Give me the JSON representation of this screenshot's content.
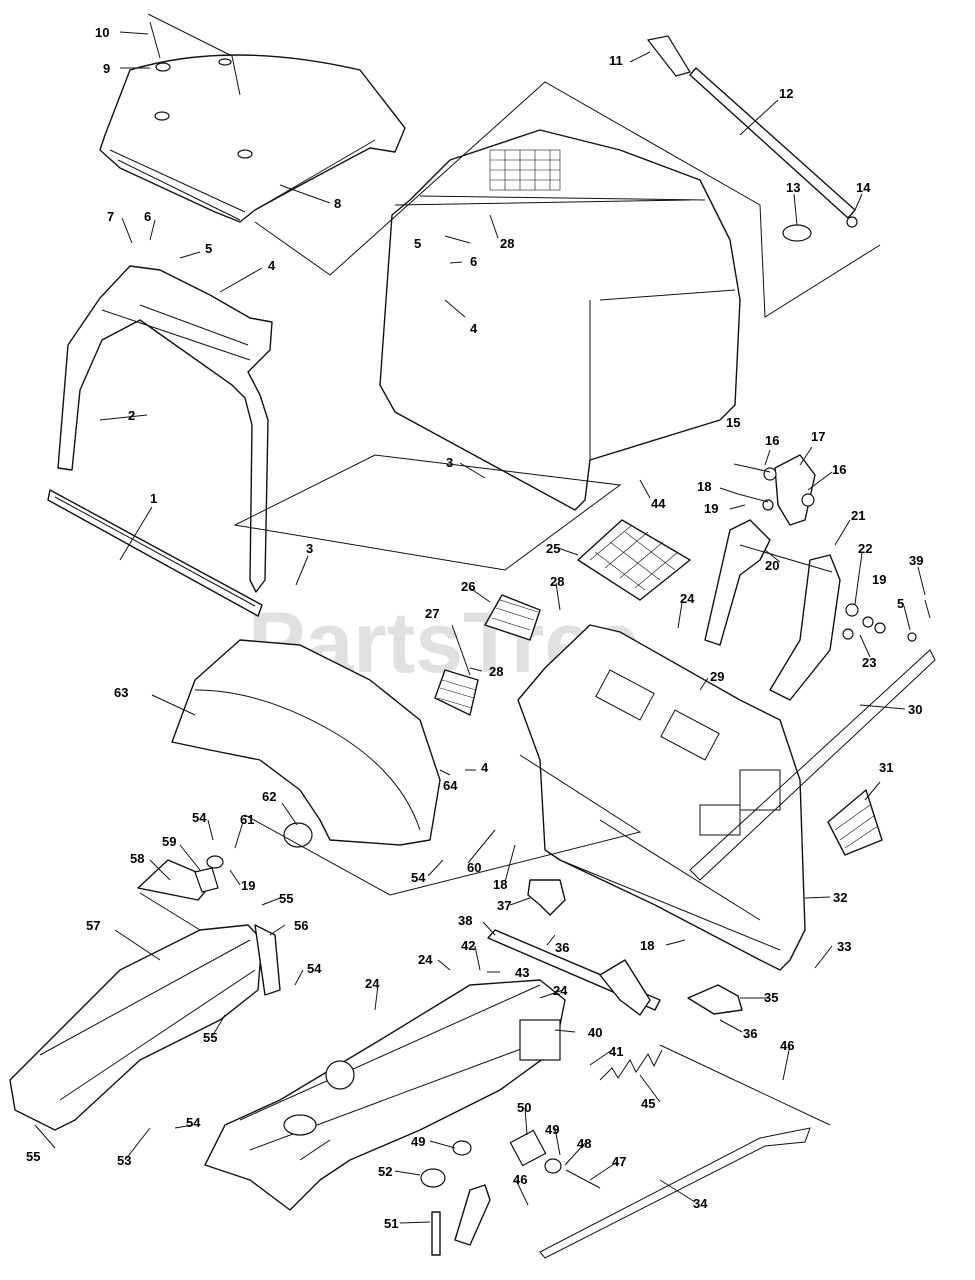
{
  "watermark": {
    "text": "PartsTree",
    "trademark": "™"
  },
  "callouts": [
    {
      "id": "c10",
      "label": "10"
    },
    {
      "id": "c9",
      "label": "9"
    },
    {
      "id": "c8",
      "label": "8"
    },
    {
      "id": "c7",
      "label": "7"
    },
    {
      "id": "c6a",
      "label": "6"
    },
    {
      "id": "c5a",
      "label": "5"
    },
    {
      "id": "c4a",
      "label": "4"
    },
    {
      "id": "c2",
      "label": "2"
    },
    {
      "id": "c1",
      "label": "1"
    },
    {
      "id": "c3a",
      "label": "3"
    },
    {
      "id": "c11",
      "label": "11"
    },
    {
      "id": "c12",
      "label": "12"
    },
    {
      "id": "c13",
      "label": "13"
    },
    {
      "id": "c14",
      "label": "14"
    },
    {
      "id": "c5b",
      "label": "5"
    },
    {
      "id": "c28a",
      "label": "28"
    },
    {
      "id": "c6b",
      "label": "6"
    },
    {
      "id": "c4b",
      "label": "4"
    },
    {
      "id": "c3b",
      "label": "3"
    },
    {
      "id": "c44",
      "label": "44"
    },
    {
      "id": "c15",
      "label": "15"
    },
    {
      "id": "c16a",
      "label": "16"
    },
    {
      "id": "c17",
      "label": "17"
    },
    {
      "id": "c16b",
      "label": "16"
    },
    {
      "id": "c18a",
      "label": "18"
    },
    {
      "id": "c19a",
      "label": "19"
    },
    {
      "id": "c21",
      "label": "21"
    },
    {
      "id": "c20",
      "label": "20"
    },
    {
      "id": "c22",
      "label": "22"
    },
    {
      "id": "c39",
      "label": "39"
    },
    {
      "id": "c19b",
      "label": "19"
    },
    {
      "id": "c5c",
      "label": "5"
    },
    {
      "id": "c23",
      "label": "23"
    },
    {
      "id": "c25",
      "label": "25"
    },
    {
      "id": "c26",
      "label": "26"
    },
    {
      "id": "c28b",
      "label": "28"
    },
    {
      "id": "c24a",
      "label": "24"
    },
    {
      "id": "c27",
      "label": "27"
    },
    {
      "id": "c28c",
      "label": "28"
    },
    {
      "id": "c29",
      "label": "29"
    },
    {
      "id": "c30",
      "label": "30"
    },
    {
      "id": "c63",
      "label": "63"
    },
    {
      "id": "c64",
      "label": "64"
    },
    {
      "id": "c4c",
      "label": "4"
    },
    {
      "id": "c62",
      "label": "62"
    },
    {
      "id": "c31",
      "label": "31"
    },
    {
      "id": "c54a",
      "label": "54"
    },
    {
      "id": "c61",
      "label": "61"
    },
    {
      "id": "c59",
      "label": "59"
    },
    {
      "id": "c58",
      "label": "58"
    },
    {
      "id": "c19c",
      "label": "19"
    },
    {
      "id": "c54b",
      "label": "54"
    },
    {
      "id": "c60",
      "label": "60"
    },
    {
      "id": "c18b",
      "label": "18"
    },
    {
      "id": "c32",
      "label": "32"
    },
    {
      "id": "c37",
      "label": "37"
    },
    {
      "id": "c55a",
      "label": "55"
    },
    {
      "id": "c57",
      "label": "57"
    },
    {
      "id": "c56",
      "label": "56"
    },
    {
      "id": "c36a",
      "label": "36"
    },
    {
      "id": "c38",
      "label": "38"
    },
    {
      "id": "c18c",
      "label": "18"
    },
    {
      "id": "c33",
      "label": "33"
    },
    {
      "id": "c24b",
      "label": "24"
    },
    {
      "id": "c42",
      "label": "42"
    },
    {
      "id": "c43",
      "label": "43"
    },
    {
      "id": "c24c",
      "label": "24"
    },
    {
      "id": "c54c",
      "label": "54"
    },
    {
      "id": "c24d",
      "label": "24"
    },
    {
      "id": "c35",
      "label": "35"
    },
    {
      "id": "c55b",
      "label": "55"
    },
    {
      "id": "c40",
      "label": "40"
    },
    {
      "id": "c36b",
      "label": "36"
    },
    {
      "id": "c41",
      "label": "41"
    },
    {
      "id": "c46a",
      "label": "46"
    },
    {
      "id": "c45",
      "label": "45"
    },
    {
      "id": "c54d",
      "label": "54"
    },
    {
      "id": "c50",
      "label": "50"
    },
    {
      "id": "c49a",
      "label": "49"
    },
    {
      "id": "c49b",
      "label": "49"
    },
    {
      "id": "c55c",
      "label": "55"
    },
    {
      "id": "c53",
      "label": "53"
    },
    {
      "id": "c48",
      "label": "48"
    },
    {
      "id": "c47",
      "label": "47"
    },
    {
      "id": "c52",
      "label": "52"
    },
    {
      "id": "c46b",
      "label": "46"
    },
    {
      "id": "c34",
      "label": "34"
    },
    {
      "id": "c51",
      "label": "51"
    }
  ]
}
